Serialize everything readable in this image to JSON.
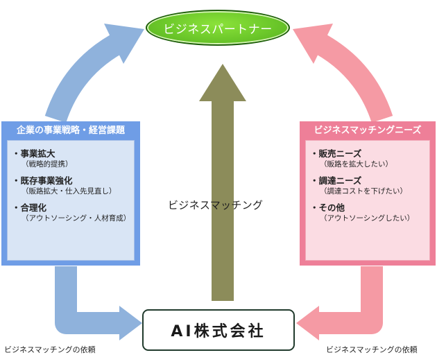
{
  "center": {
    "partner_label": "ビジネスパートナー",
    "matching_label": "ビジネスマッチング",
    "company_label": "AI株式会社"
  },
  "left_panel": {
    "title": "企業の事業戦略・経営課題",
    "items": [
      {
        "head": "・事業拡大",
        "sub": "（戦略的提携）"
      },
      {
        "head": "・既存事業強化",
        "sub": "（販路拡大・仕入先見直し）"
      },
      {
        "head": "・合理化",
        "sub": "（アウトソーシング・人材育成）"
      }
    ]
  },
  "right_panel": {
    "title": "ビジネスマッチングニーズ",
    "items": [
      {
        "head": "・販売ニーズ",
        "sub": "（販路を拡大したい）"
      },
      {
        "head": "・調達ニーズ",
        "sub": "（調達コストを下げたい）"
      },
      {
        "head": "・その他",
        "sub": "（アウトソーシングしたい）"
      }
    ]
  },
  "footer": {
    "left": "ビジネスマッチングの依頼",
    "right": "ビジネスマッチングの依頼"
  },
  "colors": {
    "blue_arrow": "#8fb2dc",
    "pink_arrow": "#f59aa4",
    "olive_arrow": "#8c8c5a",
    "partner_green": "#6cc82a"
  }
}
